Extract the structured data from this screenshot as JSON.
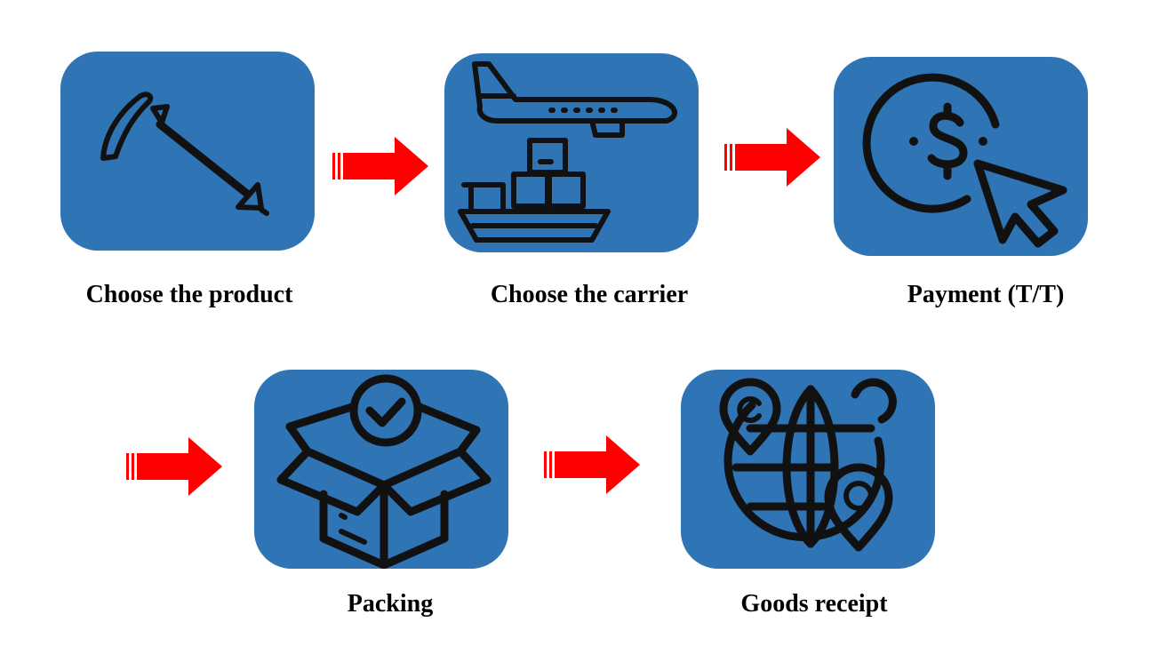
{
  "steps": [
    {
      "label": "Choose the product",
      "icon": "pickaxe-icon"
    },
    {
      "label": "Choose the carrier",
      "icon": "plane-ship-icon"
    },
    {
      "label": "Payment (T/T)",
      "icon": "dollar-click-icon"
    },
    {
      "label": "Packing",
      "icon": "box-check-icon"
    },
    {
      "label": "Goods receipt",
      "icon": "globe-location-icon"
    }
  ],
  "colors": {
    "card": "#2f74b5",
    "arrow": "#ff0000",
    "icon": "#111111"
  }
}
